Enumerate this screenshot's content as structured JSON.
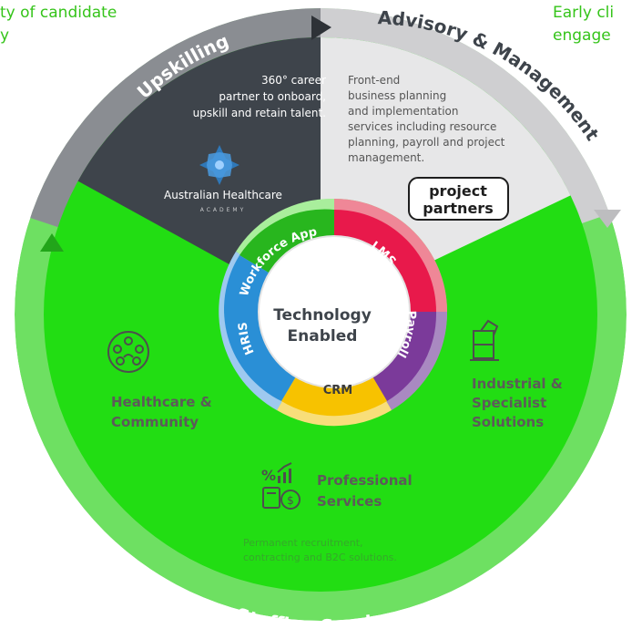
{
  "corner_left": [
    "ty of candidate",
    "y"
  ],
  "corner_right": [
    "Early cli",
    "engage"
  ],
  "ring": {
    "upskilling": "Upskilling",
    "advisory": "Advisory & Management",
    "staffing": "Staffing Services"
  },
  "upskilling_panel": {
    "description": [
      "360° career",
      "partner to onboard,",
      "upskill and retain talent."
    ],
    "logo_name": "Australian Healthcare",
    "logo_sub": "ACADEMY"
  },
  "advisory_panel": {
    "description": [
      "Front-end",
      "business planning",
      "and implementation",
      "services including resource",
      "planning, payroll and project",
      "management."
    ],
    "logo_lines": [
      "project",
      "partners"
    ]
  },
  "center": {
    "lines": [
      "Technology",
      "Enabled"
    ]
  },
  "tech_segments": [
    "Workforce App",
    "LMS",
    "Payroll",
    "CRM",
    "HRIS"
  ],
  "services": {
    "healthcare": [
      "Healthcare &",
      "Community"
    ],
    "industrial": [
      "Industrial &",
      "Specialist",
      "Solutions"
    ],
    "professional": [
      "Professional",
      "Services"
    ],
    "professional_desc": [
      "Permanent recruitment,",
      "contracting and B2C solutions."
    ]
  },
  "colors": {
    "green": "#22dd13",
    "ring_green": "#6ee062",
    "dark": "#3e444b",
    "light_gray": "#e7e7e8",
    "text_gray": "#5d5a5a",
    "lms": "#e8194b",
    "payroll": "#7b3a9a",
    "crm": "#f7c200",
    "hris": "#2a8fd6",
    "workforce": "#28b61e"
  },
  "icons": [
    "people-network-icon",
    "factory-robot-icon",
    "finance-icon",
    "triangle-arrow-icon"
  ]
}
